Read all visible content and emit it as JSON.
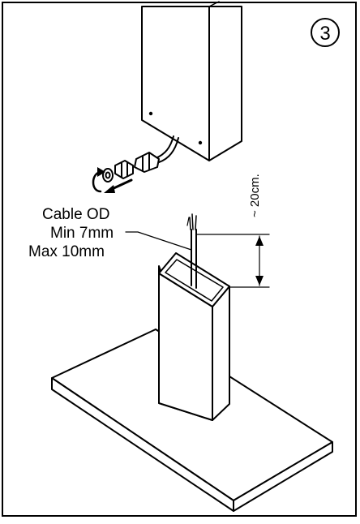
{
  "step_number": "3",
  "labels": {
    "cable_od": "Cable OD",
    "min": "Min 7mm",
    "max": "Max 10mm",
    "distance": "~ 20cm."
  },
  "colors": {
    "line": "#000000",
    "background": "#ffffff"
  }
}
